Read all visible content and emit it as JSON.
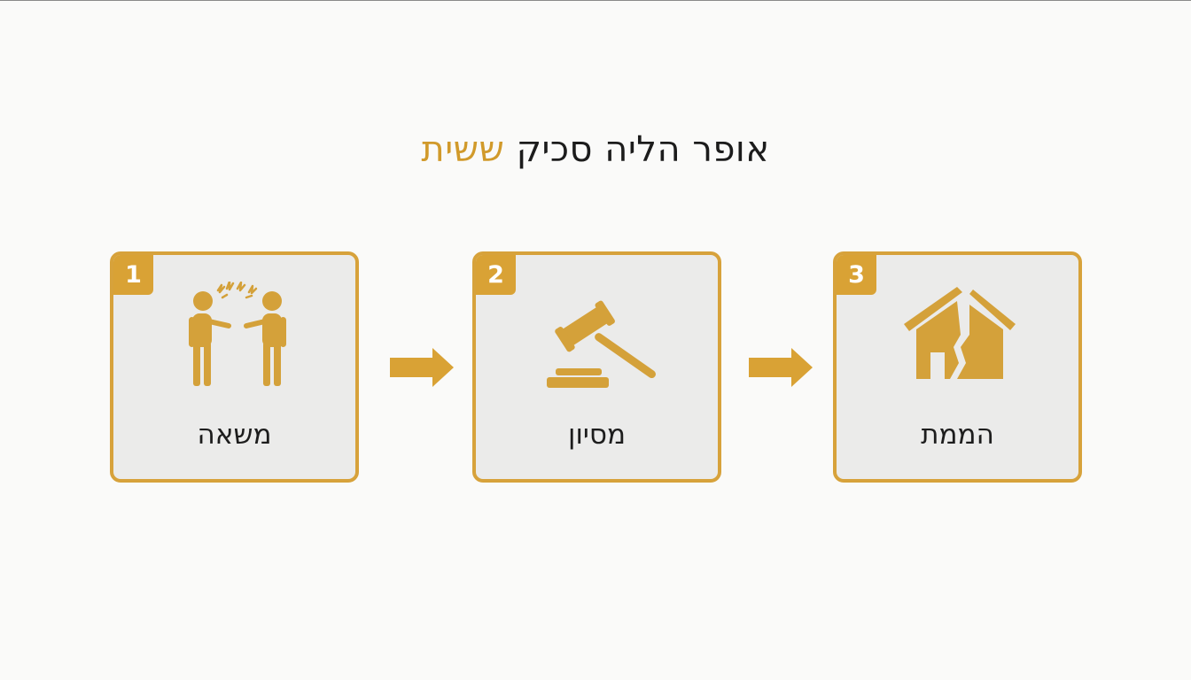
{
  "title": {
    "main": "אופר הליה סכיק",
    "accent": "ששית"
  },
  "colors": {
    "accent": "#d9a235",
    "card_background": "#ebebea",
    "text": "#1c1c1c"
  },
  "steps": [
    {
      "number": "1",
      "label": "משאה",
      "icon": "arguing-people-icon"
    },
    {
      "number": "2",
      "label": "מסיון",
      "icon": "gavel-icon"
    },
    {
      "number": "3",
      "label": "הממת",
      "icon": "broken-house-icon"
    }
  ],
  "connectors": [
    "arrow-right-icon",
    "arrow-right-icon"
  ]
}
